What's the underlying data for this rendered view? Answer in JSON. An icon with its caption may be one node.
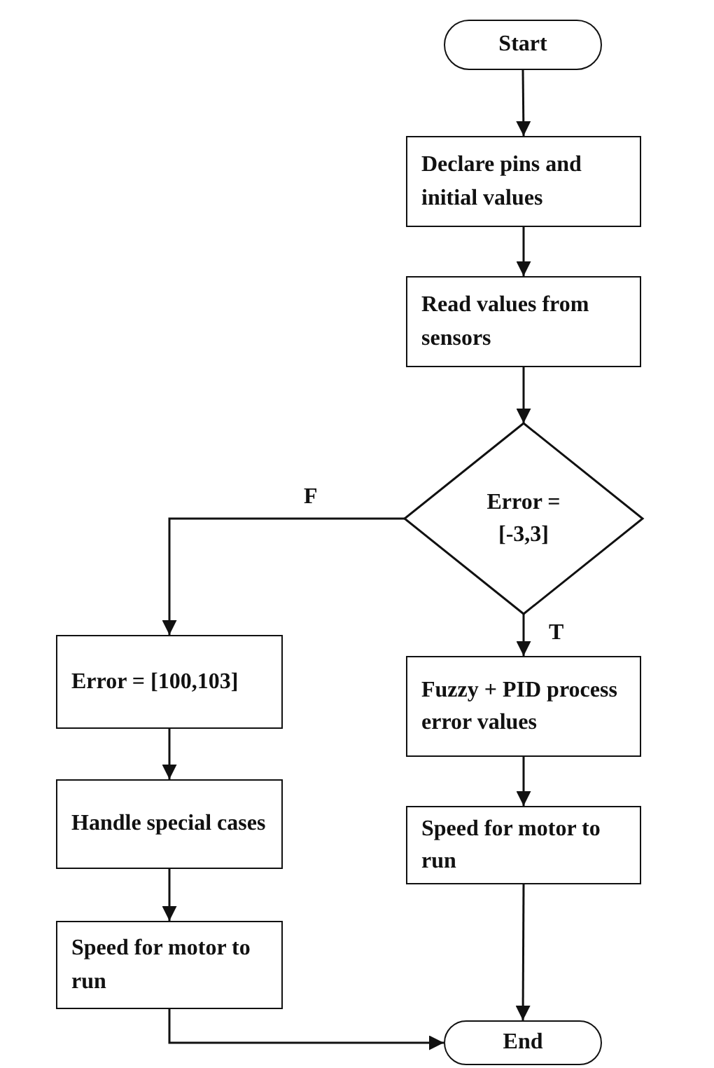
{
  "diagram": {
    "nodes": [
      {
        "text": [
          "Start"
        ]
      },
      {
        "text": [
          "Declare pins and initial values"
        ]
      },
      {
        "text": [
          "Read values from sensors"
        ]
      },
      {
        "text": [
          "Error =[-3,3]"
        ]
      },
      {
        "text": [
          "Error = [100,103]"
        ]
      },
      {
        "text": [
          "Handle special cases"
        ]
      },
      {
        "text": [
          "Speed for motor to run"
        ]
      },
      {
        "text": [
          "Fuzzy + PID process error values"
        ]
      },
      {
        "text": [
          "Speed for motor to run"
        ]
      },
      {
        "text": [
          "End"
        ]
      }
    ],
    "edges": [
      {
        "from": 0,
        "to": 1,
        "arrow": "to"
      },
      {
        "from": 1,
        "to": 2,
        "arrow": "to"
      },
      {
        "from": 2,
        "to": 3,
        "arrow": "to"
      },
      {
        "from": 3,
        "to": 4,
        "arrow": "to",
        "label": "F"
      },
      {
        "from": 3,
        "to": 7,
        "arrow": "to",
        "label": "T"
      },
      {
        "from": 4,
        "to": 5,
        "arrow": "to"
      },
      {
        "from": 5,
        "to": 6,
        "arrow": "to"
      },
      {
        "from": 7,
        "to": 8,
        "arrow": "to"
      },
      {
        "from": 8,
        "to": 9,
        "arrow": "to"
      },
      {
        "from": 6,
        "to": 9,
        "arrow": "to"
      }
    ]
  }
}
